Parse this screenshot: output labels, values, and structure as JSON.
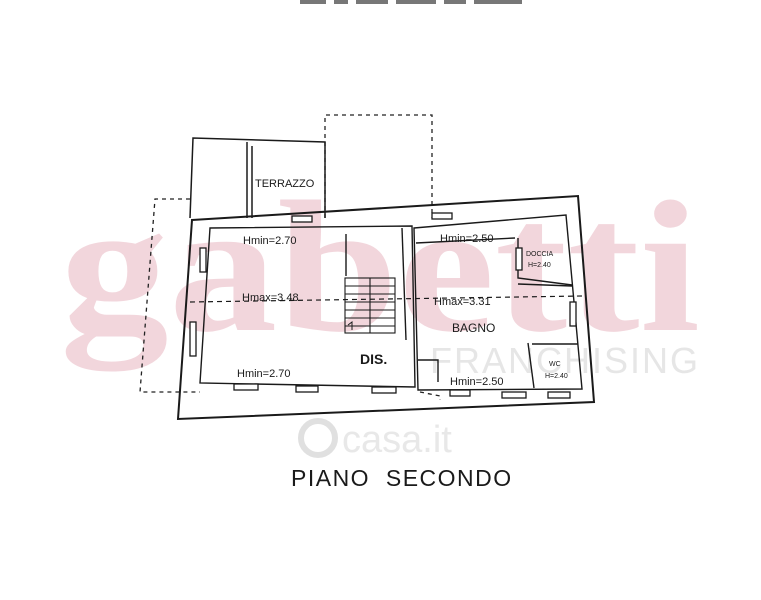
{
  "floor_plan": {
    "title": "PIANO  SECONDO",
    "rooms": {
      "terrace": "TERRAZZO",
      "hallway": "DIS.",
      "bathroom": "BAGNO",
      "shower": "DOCCIA",
      "wc": "WC"
    },
    "heights": {
      "left_top": "Hmin=2.70",
      "left_mid": "Hmax=3.48",
      "left_bottom": "Hmin=2.70",
      "right_top": "Hmin=2.50",
      "right_mid": "Hmax=3.31",
      "right_bottom": "Hmin=2.50",
      "shower": "H=2.40",
      "wc": "H=2.40"
    }
  },
  "watermarks": {
    "brand": "gabetti",
    "franchising": "FRANCHISING",
    "portal": "casa.it"
  },
  "colors": {
    "line": "#1a1a1a",
    "brand_watermark": "#e8b4bf",
    "franchising_watermark": "#e2e2e2",
    "portal_watermark": "#e0e0e0"
  }
}
